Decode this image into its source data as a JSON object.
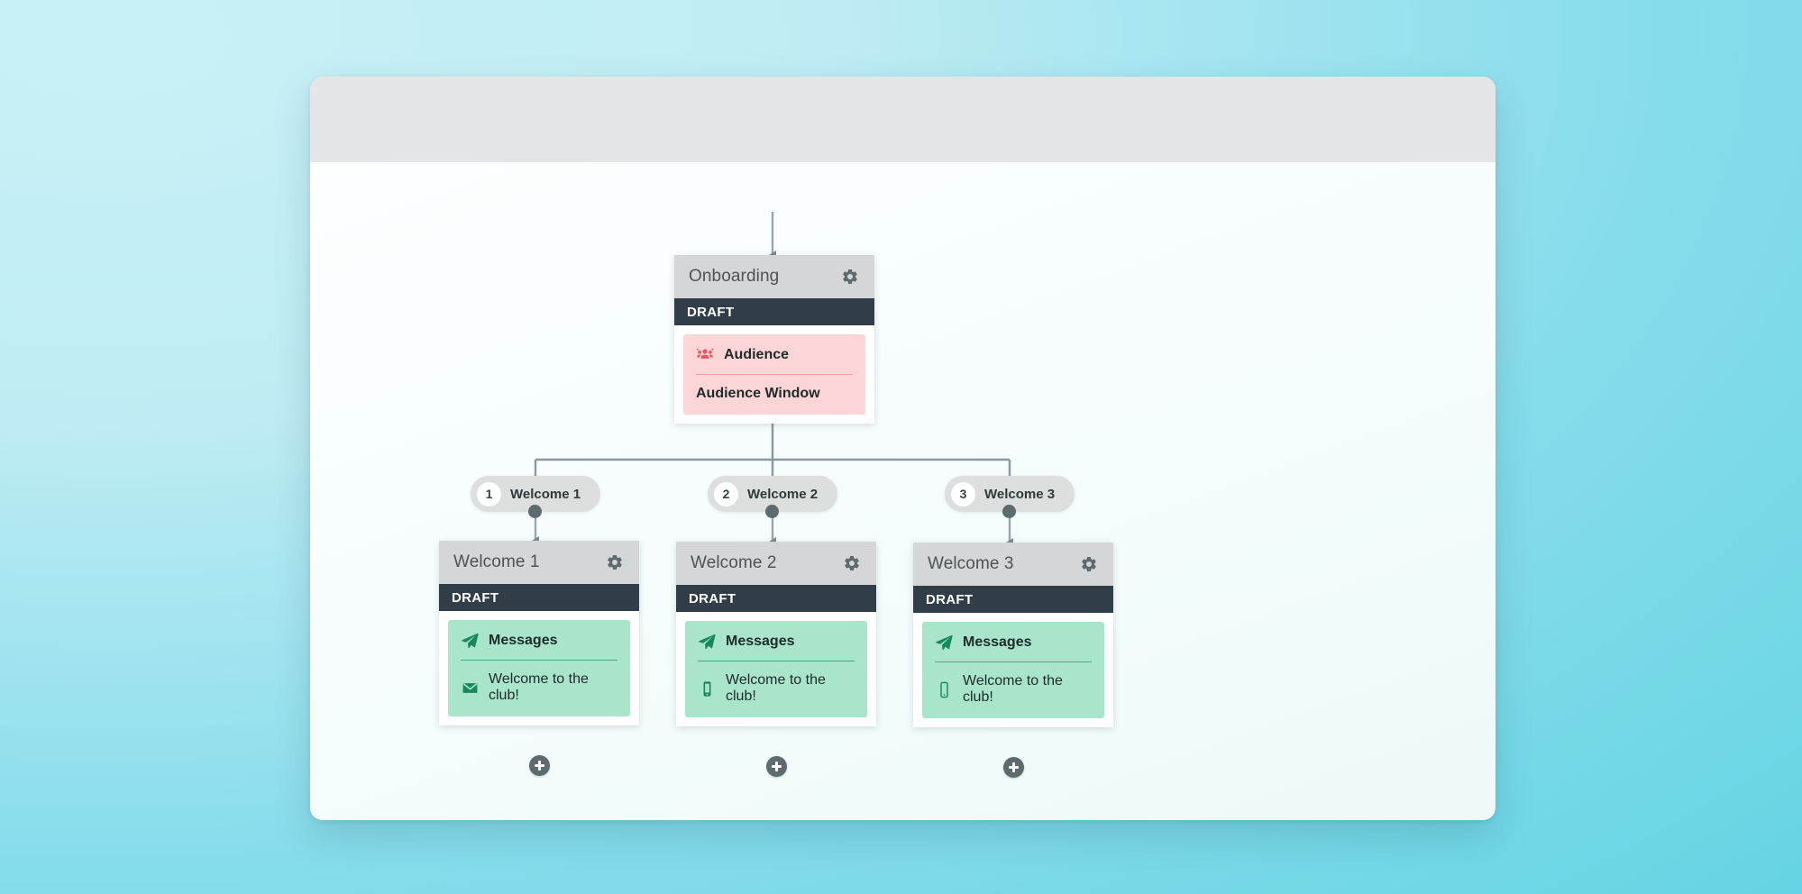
{
  "background": {
    "gradient_from": "#c9f0f6",
    "gradient_to": "#5ed2e2"
  },
  "browser": {
    "dots": [
      {
        "name": "close",
        "color": "#ffffff"
      },
      {
        "name": "minimize",
        "color": "#ffffff"
      },
      {
        "name": "maximize",
        "color": "#ffffff"
      }
    ],
    "address_bar": {
      "value": "",
      "placeholder": ""
    }
  },
  "flow": {
    "root": {
      "title": "Onboarding",
      "gear_icon": "gear-icon",
      "status": "DRAFT",
      "status_color": "#313d48",
      "block": {
        "label": "Audience",
        "icon": "audience-group-icon",
        "icon_color": "#f0515a",
        "background": "#fcd6d6",
        "items": [
          {
            "text": "Audience Window",
            "icon": null,
            "bold": true
          }
        ]
      }
    },
    "steps": [
      {
        "number": "1",
        "label": "Welcome 1"
      },
      {
        "number": "2",
        "label": "Welcome 2"
      },
      {
        "number": "3",
        "label": "Welcome 3"
      }
    ],
    "branches": [
      {
        "title": "Welcome 1",
        "gear_icon": "gear-icon",
        "status": "DRAFT",
        "status_color": "#313d48",
        "block": {
          "label": "Messages",
          "icon": "paper-plane-icon",
          "icon_color": "#17875c",
          "background": "#a9e5cb",
          "items": [
            {
              "text": "Welcome to the club!",
              "icon": "envelope-icon",
              "bold": false
            }
          ]
        },
        "add_label": "+"
      },
      {
        "title": "Welcome 2",
        "gear_icon": "gear-icon",
        "status": "DRAFT",
        "status_color": "#313d48",
        "block": {
          "label": "Messages",
          "icon": "paper-plane-icon",
          "icon_color": "#17875c",
          "background": "#a9e5cb",
          "items": [
            {
              "text": "Welcome to the club!",
              "icon": "mobile-phone-icon",
              "bold": false
            }
          ]
        },
        "add_label": "+"
      },
      {
        "title": "Welcome 3",
        "gear_icon": "gear-icon",
        "status": "DRAFT",
        "status_color": "#313d48",
        "block": {
          "label": "Messages",
          "icon": "paper-plane-icon",
          "icon_color": "#17875c",
          "background": "#a9e5cb",
          "items": [
            {
              "text": "Welcome to the club!",
              "icon": "mobile-phone-icon",
              "bold": false
            }
          ]
        },
        "add_label": "+"
      }
    ]
  }
}
